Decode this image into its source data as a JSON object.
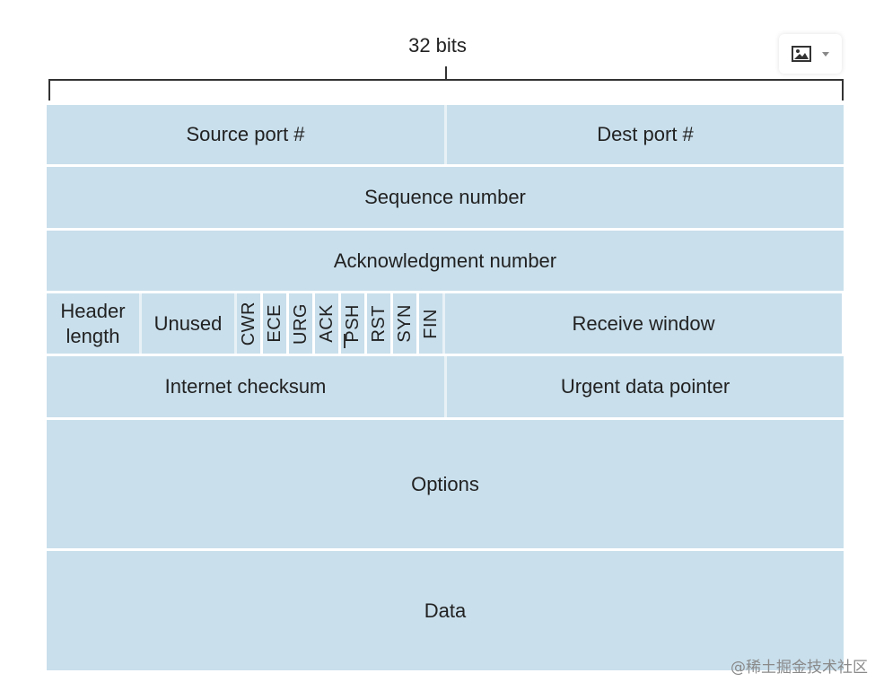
{
  "bits_label": "32 bits",
  "colors": {
    "field": "#c9dfec",
    "separator": "#e8f1f6"
  },
  "toolbar": {
    "icons": [
      "image-icon",
      "dropdown-caret-icon"
    ]
  },
  "fields": {
    "source_port": "Source port #",
    "dest_port": "Dest port #",
    "sequence": "Sequence number",
    "ack": "Acknowledgment number",
    "header_length_1": "Header",
    "header_length_2": "length",
    "unused": "Unused",
    "flags": [
      "CWR",
      "ECE",
      "URG",
      "ACK",
      "PSH",
      "RST",
      "SYN",
      "FIN"
    ],
    "receive_window": "Receive window",
    "checksum": "Internet checksum",
    "urgent_pointer": "Urgent data pointer",
    "options": "Options",
    "data": "Data"
  },
  "watermark": "@稀土掘金技术社区"
}
